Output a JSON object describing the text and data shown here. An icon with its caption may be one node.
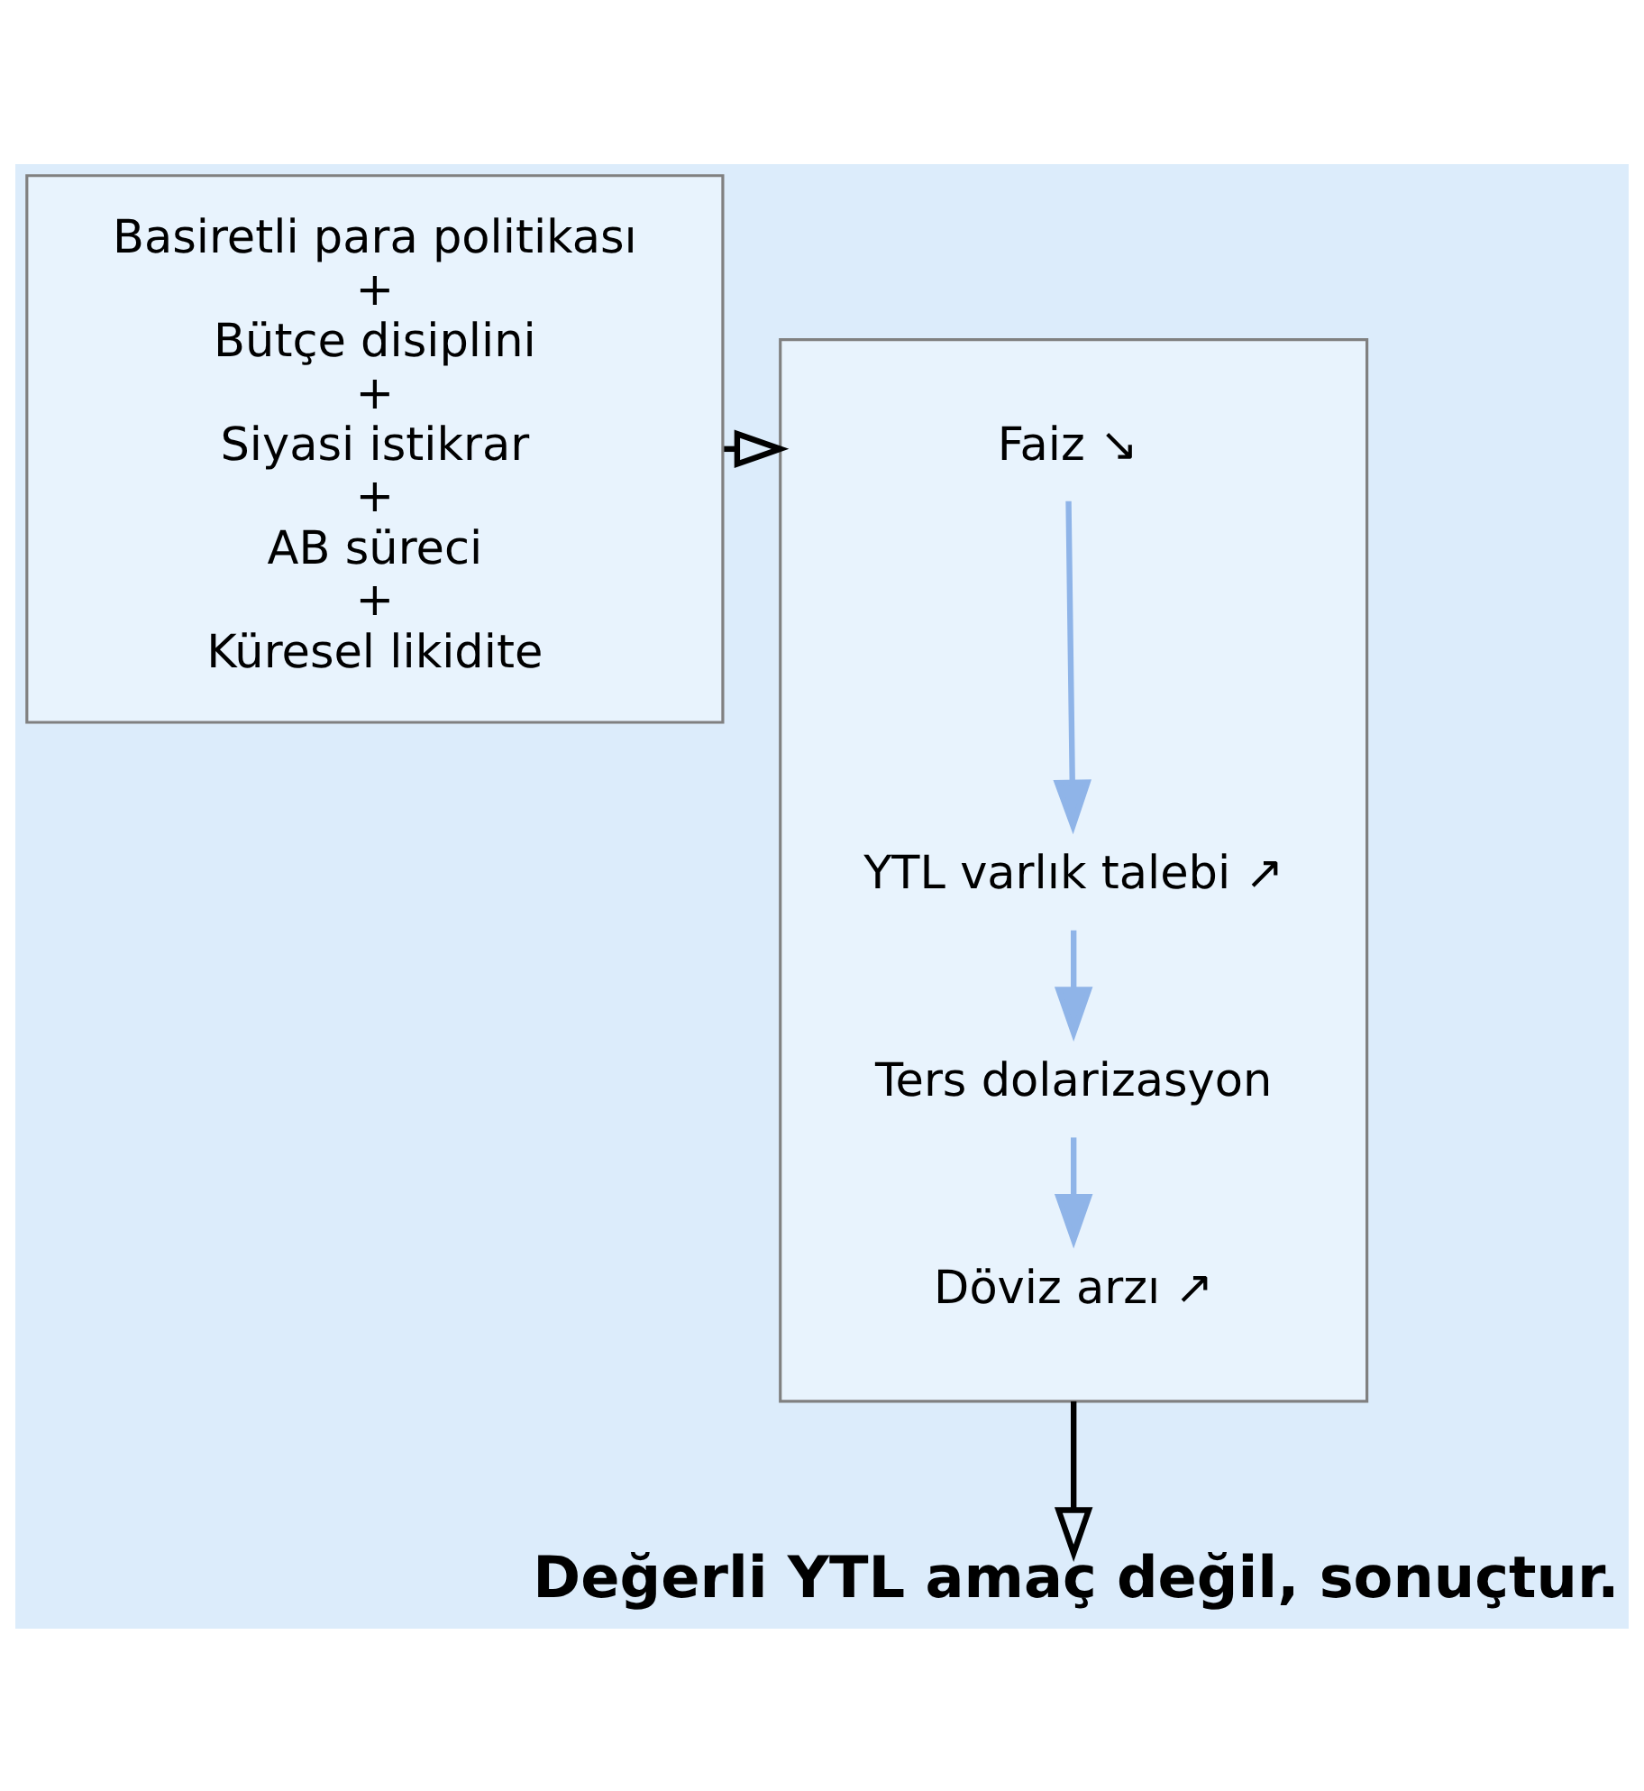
{
  "diagram": {
    "nodes": [
      {
        "text": [
          "Basiretli para politikası",
          "+",
          "Bütçe disiplini",
          "+",
          "Siyasi istikrar",
          "+",
          "AB süreci",
          "+",
          "Küresel likidite"
        ]
      },
      {
        "text": [],
        "shape": "box"
      },
      {
        "text": [
          "Faiz"
        ],
        "in": 1,
        "beside": [
          "↘"
        ]
      },
      {
        "text": [
          "YTL varlık talebi"
        ],
        "in": 1,
        "beside": [
          "↗"
        ]
      },
      {
        "text": [
          "Ters dolarizasyon"
        ],
        "in": 1
      },
      {
        "text": [
          "Döviz arzı"
        ],
        "in": 1,
        "beside": [
          "↗"
        ]
      },
      {
        "text": [
          "Değerli YTL amaç değil, sonuçtur."
        ]
      }
    ],
    "edges": [
      {
        "from": 0,
        "to": 1,
        "arrow": "to",
        "color": "#000000"
      },
      {
        "from": 2,
        "to": 3,
        "arrow": "to",
        "color": "#8fb4e8"
      },
      {
        "from": 3,
        "to": 4,
        "arrow": "to",
        "color": "#8fb4e8"
      },
      {
        "from": 4,
        "to": 5,
        "arrow": "to",
        "color": "#8fb4e8"
      },
      {
        "from": 1,
        "to": 6,
        "arrow": "to",
        "color": "#000000"
      }
    ]
  }
}
